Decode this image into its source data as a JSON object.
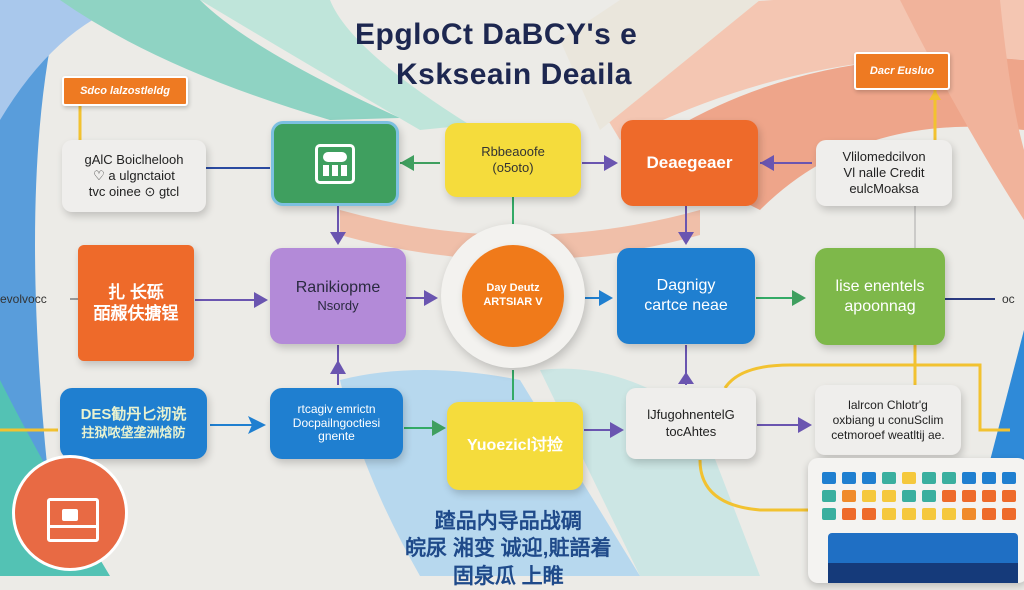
{
  "title": {
    "line1": "EpgloCt DaBCY's e",
    "line2": "Kskseain Deaila"
  },
  "tags": {
    "left": "Sdco lalzostleldg",
    "right": "Dacr Eusluo"
  },
  "notes": {
    "top_left": [
      "gAlC Boiclhelooh",
      "♡ a ulgnctaiot",
      "tvc oinee ⊙ gtcl"
    ],
    "top_right": [
      "Vlilomedcilvon",
      "Vl nalle Credit",
      "eulcMoaksa"
    ],
    "bottom_right": [
      "lalrcon Chlotr'g",
      "oxbiang u conuSclim",
      "cetmoroef weatltij ae."
    ]
  },
  "side_labels": {
    "left": "evolvocc",
    "right": "oc"
  },
  "nodes": {
    "green_icon": {
      "icon": "grid-icon"
    },
    "yellow_top": [
      "Rbbeaoofe",
      "(o5oto)"
    ],
    "orange_top": [
      "Deaegeaer"
    ],
    "orange_square": [
      "扎 长砾",
      "皕赧伕搪锃"
    ],
    "purple": [
      "Ranikiopme",
      "Nsordy"
    ],
    "center_circle": [
      "Day Deutz",
      "ARTSIAR V"
    ],
    "blue_mid": [
      "Dagnigy",
      "cartce neae"
    ],
    "green_mid": [
      "lise enentels",
      "apoonnag"
    ],
    "blue_left": [
      "DES勧丹匕沏诜",
      "拄狱哝垡垄洲焓防"
    ],
    "blue_second": [
      "rtcagiv emrictn",
      "Docpailngoctiesi",
      "gnente"
    ],
    "yellow_bottom": [
      "Yuoezicl讨捡"
    ],
    "gray_bottom": [
      "lJfugohnentelG",
      "tocAhtes"
    ]
  },
  "bottom_text": [
    "蹅品内导品战碉",
    "皖尿 湘变 诚迎,賍語着",
    "固泉瓜 上睢"
  ],
  "colors": {
    "orange": "#ee6a2a",
    "green": "#3f9f5f",
    "yellow": "#f5dc3c",
    "purple": "#b38ad8",
    "blue": "#1f7fd0",
    "lime": "#7eb84a",
    "navy": "#1d2750"
  }
}
